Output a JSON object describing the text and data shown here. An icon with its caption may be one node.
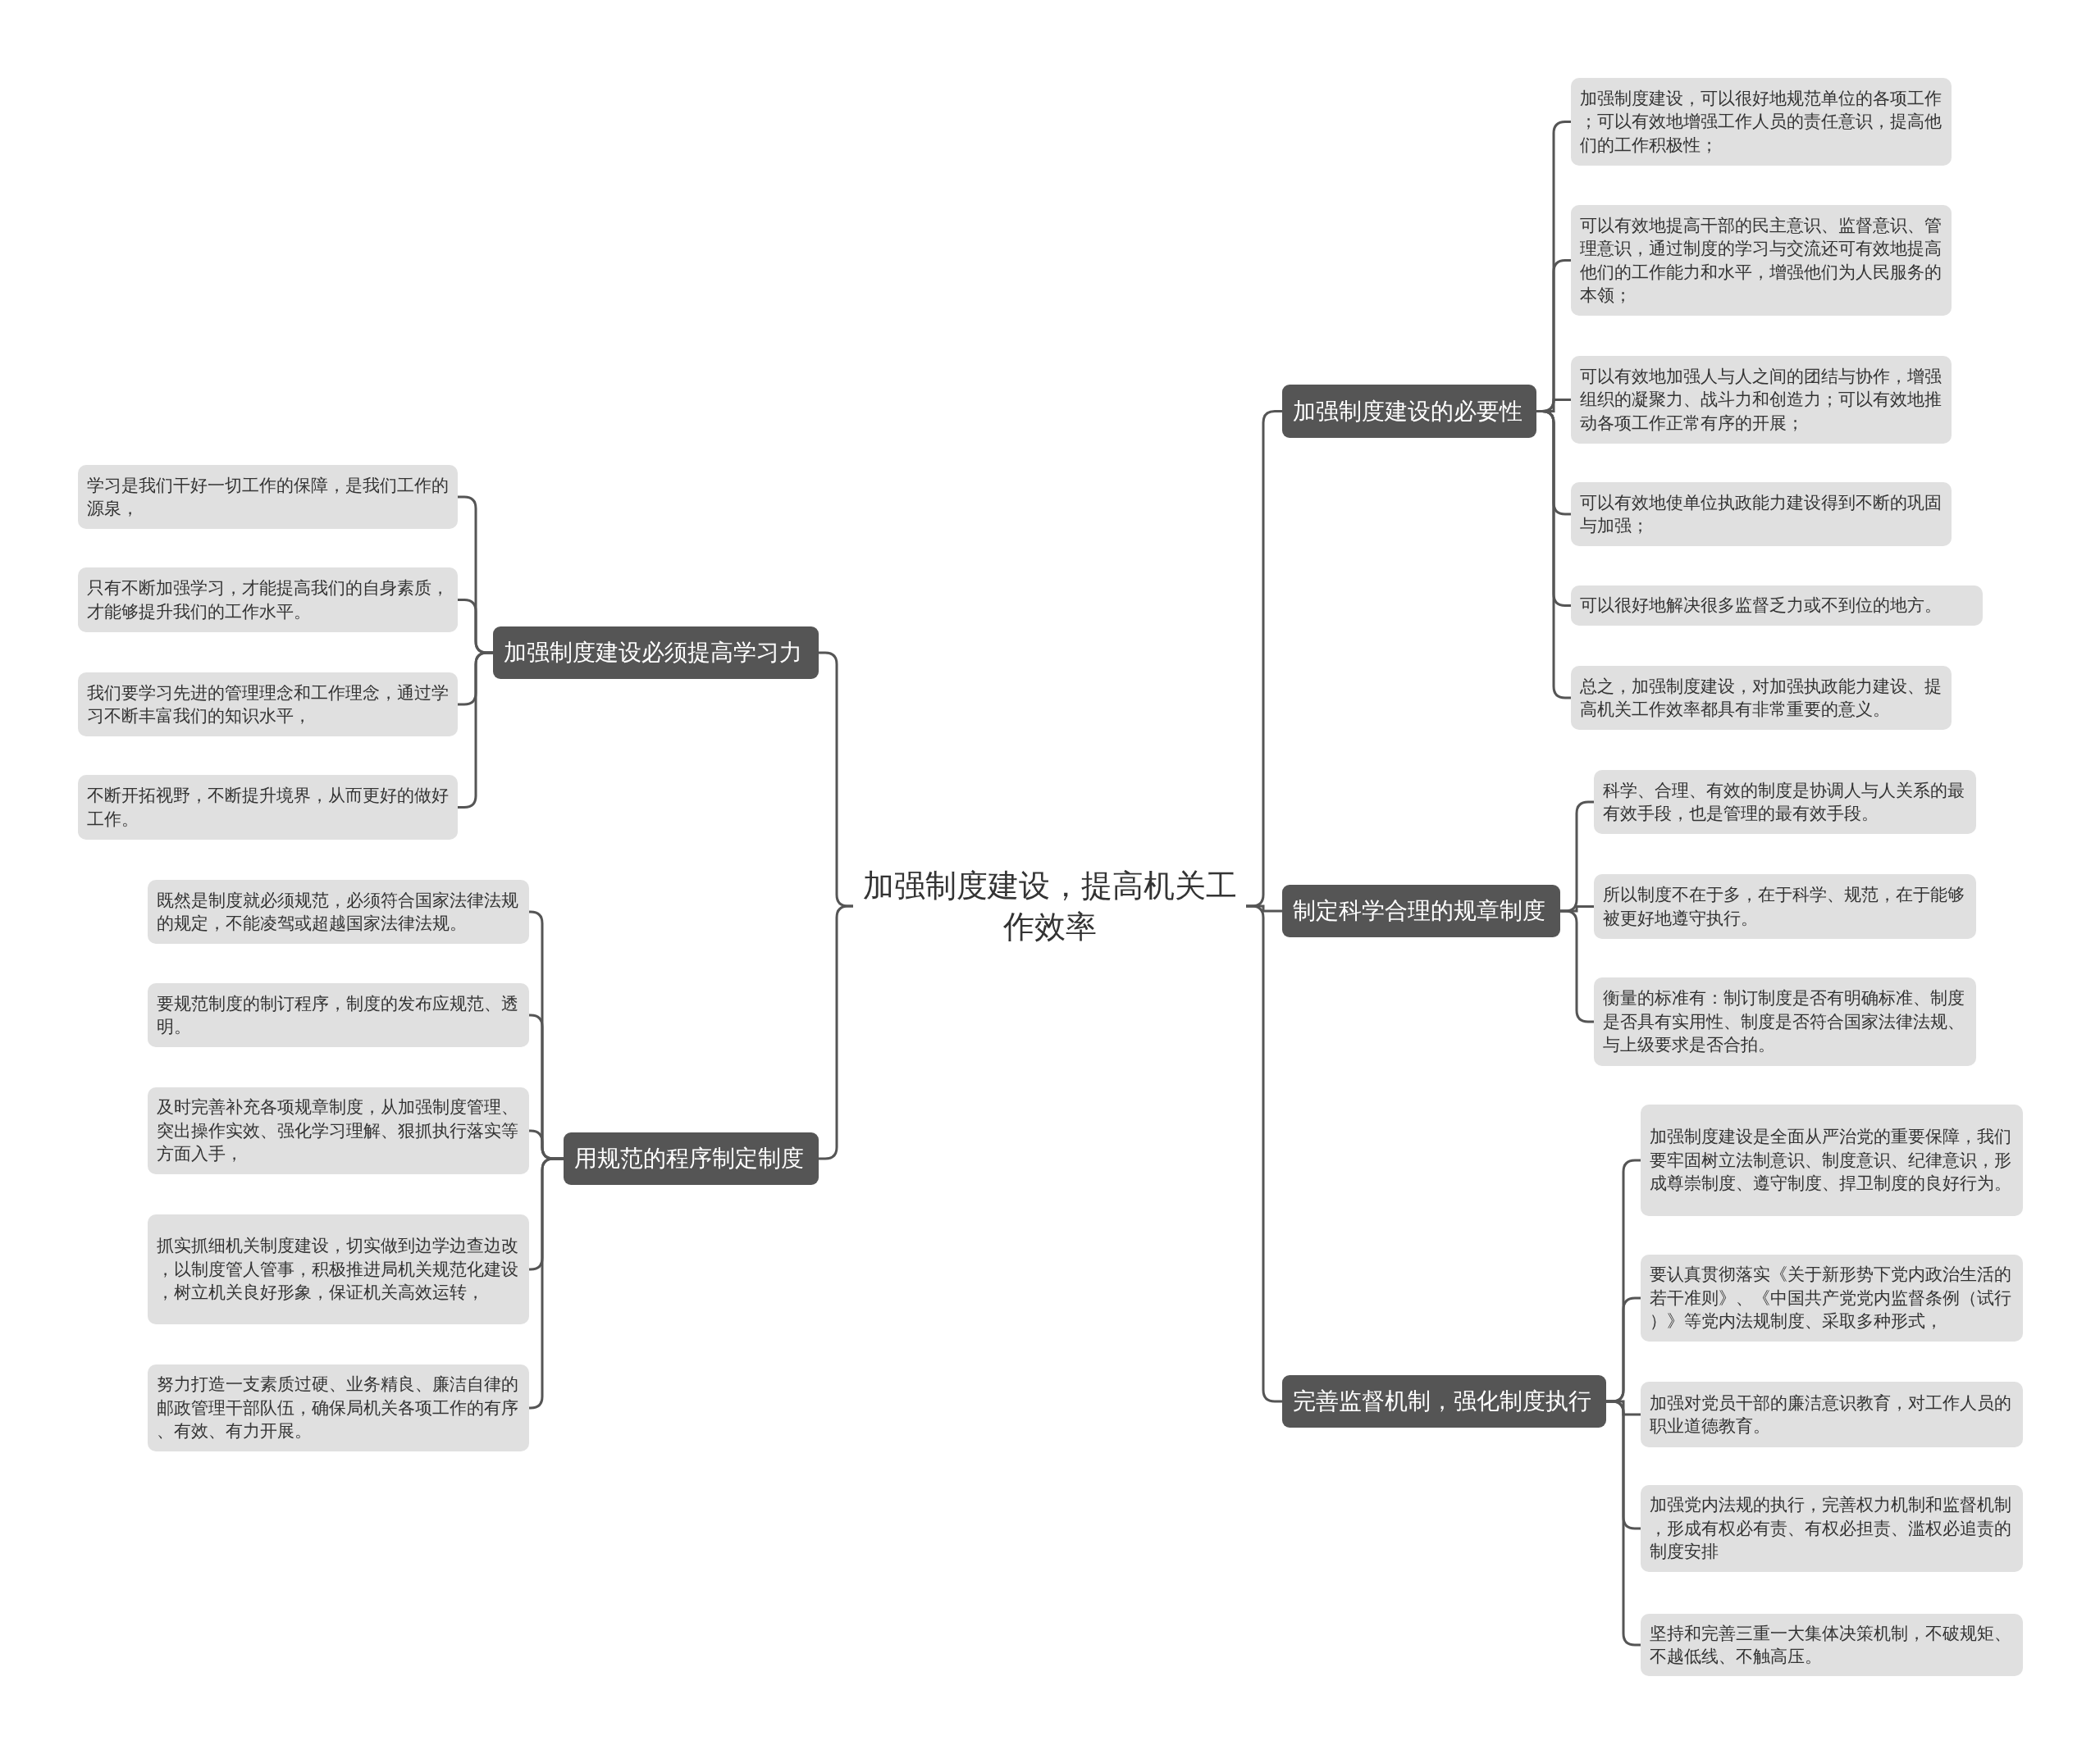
{
  "diagram": {
    "nodes": [
      {
        "text": [
          "加强制度建设，提高机关工作效率"
        ]
      },
      {
        "text": [
          "加强制度建设必须提高学习力"
        ]
      },
      {
        "text": [
          "学习是我们干好一切工作的保障，是我们工作的源泉，"
        ]
      },
      {
        "text": [
          "只有不断加强学习，才能提高我们的自身素质，才能够提升我们的工作水平。"
        ]
      },
      {
        "text": [
          "我们要学习先进的管理理念和工作理念，通过学习不断丰富我们的知识水平，"
        ]
      },
      {
        "text": [
          "不断开拓视野，不断提升境界，从而更好的做好工作。"
        ]
      },
      {
        "text": [
          "用规范的程序制定制度"
        ]
      },
      {
        "text": [
          "既然是制度就必须规范，必须符合国家法律法规的规定，不能凌驾或超越国家法律法规。"
        ]
      },
      {
        "text": [
          "要规范制度的制订程序，制度的发布应规范、透明。"
        ]
      },
      {
        "text": [
          "及时完善补充各项规章制度，从加强制度管理、突出操作实效、强化学习理解、狠抓执行落实等方面入手，"
        ]
      },
      {
        "text": [
          "抓实抓细机关制度建设，切实做到边学边查边改，以制度管人管事，积极推进局机关规范化建设，树立机关良好形象，保证机关高效运转，"
        ]
      },
      {
        "text": [
          "努力打造一支素质过硬、业务精良、廉洁自律的邮政管理干部队伍，确保局机关各项工作的有序、有效、有力开展。"
        ]
      },
      {
        "text": [
          "加强制度建设的必要性"
        ]
      },
      {
        "text": [
          "加强制度建设，可以很好地规范单位的各项工作；可以有效地增强工作人员的责任意识，提高他们的工作积极性；"
        ]
      },
      {
        "text": [
          "可以有效地提高干部的民主意识、监督意识、管理意识，通过制度的学习与交流还可有效地提高他们的工作能力和水平，增强他们为人民服务的本领；"
        ]
      },
      {
        "text": [
          "可以有效地加强人与人之间的团结与协作，增强组织的凝聚力、战斗力和创造力；可以有效地推动各项工作正常有序的开展；"
        ]
      },
      {
        "text": [
          "可以有效地使单位执政能力建设得到不断的巩固与加强；"
        ]
      },
      {
        "text": [
          "可以很好地解决很多监督乏力或不到位的地方。"
        ]
      },
      {
        "text": [
          "总之，加强制度建设，对加强执政能力建设、提高机关工作效率都具有非常重要的意义。"
        ]
      },
      {
        "text": [
          "制定科学合理的规章制度"
        ]
      },
      {
        "text": [
          "科学、合理、有效的制度是协调人与人关系的最有效手段，也是管理的最有效手段。"
        ]
      },
      {
        "text": [
          "所以制度不在于多，在于科学、规范，在于能够被更好地遵守执行。"
        ]
      },
      {
        "text": [
          "衡量的标准有：制订制度是否有明确标准、制度是否具有实用性、制度是否符合国家法律法规、与上级要求是否合拍。"
        ]
      },
      {
        "text": [
          "完善监督机制，强化制度执行"
        ]
      },
      {
        "text": [
          "加强制度建设是全面从严治党的重要保障，我们要牢固树立法制意识、制度意识、纪律意识，形成尊崇制度、遵守制度、捍卫制度的良好行为。"
        ]
      },
      {
        "text": [
          "要认真贯彻落实《关于新形势下党内政治生活的若干准则》、《中国共产党党内监督条例（试行）》等党内法规制度、采取多种形式，"
        ]
      },
      {
        "text": [
          "加强对党员干部的廉洁意识教育，对工作人员的职业道德教育。"
        ]
      },
      {
        "text": [
          "加强党内法规的执行，完善权力机制和监督机制，形成有权必有责、有权必担责、滥权必追责的制度安排"
        ]
      },
      {
        "text": [
          "坚持和完善三重一大集体决策机制，不破规矩、不越低线、不触高压。"
        ]
      }
    ],
    "edges": [
      {
        "from": 0,
        "to": 1,
        "arrow": "none"
      },
      {
        "from": 1,
        "to": 2,
        "arrow": "none"
      },
      {
        "from": 1,
        "to": 3,
        "arrow": "none"
      },
      {
        "from": 1,
        "to": 4,
        "arrow": "none"
      },
      {
        "from": 1,
        "to": 5,
        "arrow": "none"
      },
      {
        "from": 0,
        "to": 6,
        "arrow": "none"
      },
      {
        "from": 6,
        "to": 7,
        "arrow": "none"
      },
      {
        "from": 6,
        "to": 8,
        "arrow": "none"
      },
      {
        "from": 6,
        "to": 9,
        "arrow": "none"
      },
      {
        "from": 6,
        "to": 10,
        "arrow": "none"
      },
      {
        "from": 6,
        "to": 11,
        "arrow": "none"
      },
      {
        "from": 0,
        "to": 12,
        "arrow": "none"
      },
      {
        "from": 12,
        "to": 13,
        "arrow": "none"
      },
      {
        "from": 12,
        "to": 14,
        "arrow": "none"
      },
      {
        "from": 12,
        "to": 15,
        "arrow": "none"
      },
      {
        "from": 12,
        "to": 16,
        "arrow": "none"
      },
      {
        "from": 12,
        "to": 17,
        "arrow": "none"
      },
      {
        "from": 12,
        "to": 18,
        "arrow": "none"
      },
      {
        "from": 0,
        "to": 19,
        "arrow": "none"
      },
      {
        "from": 19,
        "to": 20,
        "arrow": "none"
      },
      {
        "from": 19,
        "to": 21,
        "arrow": "none"
      },
      {
        "from": 19,
        "to": 22,
        "arrow": "none"
      },
      {
        "from": 0,
        "to": 23,
        "arrow": "none"
      },
      {
        "from": 23,
        "to": 24,
        "arrow": "none"
      },
      {
        "from": 23,
        "to": 25,
        "arrow": "none"
      },
      {
        "from": 23,
        "to": 26,
        "arrow": "none"
      },
      {
        "from": 23,
        "to": 27,
        "arrow": "none"
      },
      {
        "from": 23,
        "to": 28,
        "arrow": "none"
      }
    ]
  }
}
